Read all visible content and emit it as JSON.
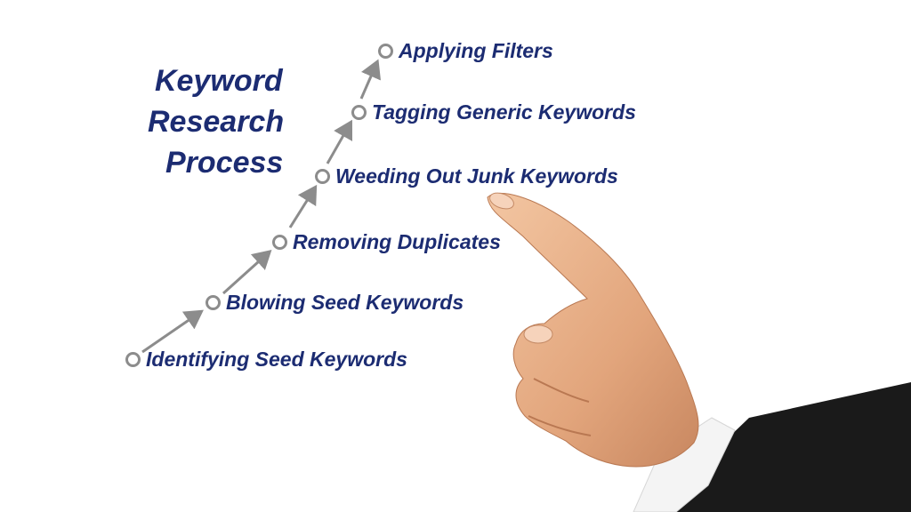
{
  "title": {
    "line1": "Keyword",
    "line2": "Research",
    "line3": "Process"
  },
  "steps": [
    {
      "label": "Identifying Seed Keywords"
    },
    {
      "label": "Blowing Seed Keywords"
    },
    {
      "label": "Removing Duplicates"
    },
    {
      "label": "Weeding Out Junk Keywords"
    },
    {
      "label": "Tagging Generic Keywords"
    },
    {
      "label": "Applying Filters"
    }
  ],
  "colors": {
    "text": "#1c2c72",
    "node": "#8c8c8c",
    "arrow": "#8c8c8c",
    "skin": "#e9b48f",
    "sleeve": "#1a1a1a",
    "cuff": "#f4f4f4"
  },
  "icons": {
    "hand": "pointing-hand-icon",
    "node": "ring-node-icon",
    "arrow": "arrow-up-right-icon"
  }
}
